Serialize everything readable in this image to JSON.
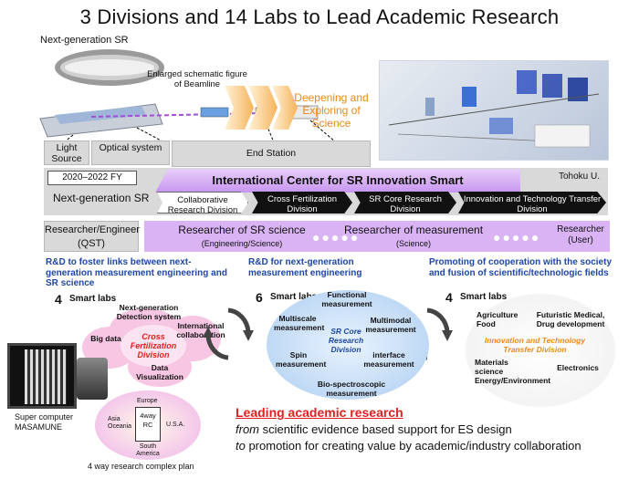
{
  "title": "3 Divisions and 14 Labs to Lead Academic Research",
  "top": {
    "next_gen_sr": "Next-generation SR",
    "enlarged_caption": "Enlarged schematic figure of Beamline",
    "deepening": "Deepening and Exploring of Science",
    "segments": {
      "light_source": "Light Source",
      "optical": "Optical system",
      "end_station": "End Station"
    }
  },
  "band": {
    "fy": "2020–2022 FY",
    "center": "International Center for SR Innovation Smart",
    "tohoku": "Tohoku U.",
    "next_gen": "Next-generation SR",
    "divisions": [
      "Collaborative Research Division",
      "Cross Fertilization Division",
      "SR Core Research Division",
      "Innovation and Technology Transfer Division"
    ]
  },
  "researchers": {
    "qst": "Researcher/Engineer (QST)",
    "sr_science": "Researcher of SR science",
    "sr_sub": "(Engineering/Science)",
    "measurement": "Researcher of measurement",
    "meas_sub": "(Science)",
    "user": "Researcher (User)"
  },
  "left": {
    "heading": "R&D to foster links between next-generation measurement engineering and SR science",
    "smart_num": "4",
    "smart_label": "Smart labs",
    "center": "Cross Fertilization Division",
    "nodes": [
      "Next-generation Detection system",
      "International collaboration",
      "Big data",
      "Data Visualization"
    ],
    "supercomputer": "Super computer MASAMUNE",
    "way": "4way RC",
    "regions": [
      "Europe",
      "Asia Oceania",
      "U.S.A.",
      "South America"
    ],
    "plan": "4 way research complex plan"
  },
  "middle": {
    "heading": "R&D for next-generation measurement engineering",
    "smart_num": "6",
    "smart_label": "Smart labs",
    "center": "SR Core Research Division",
    "nodes": [
      "Functional measurement",
      "Multiscale measurement",
      "Multimodal measurement",
      "Spin measurement",
      "interface measurement",
      "Bio-spectroscopic measurement"
    ]
  },
  "right": {
    "heading": "Promoting of cooperation with the society and fusion of scientific/technologic fields",
    "smart_num": "4",
    "smart_label": "Smart labs",
    "center": "Innovation and Technology Transfer Division",
    "nodes": [
      "Agriculture Food",
      "Futuristic Medical, Drug development",
      "Materials science Energy/Environment",
      "Electronics"
    ]
  },
  "bottom": {
    "leading": "Leading academic research",
    "from_word": "from",
    "from_rest": " scientific evidence based support for ES design",
    "to_word": "to",
    "to_rest": " promotion for creating value by academic/industry collaboration"
  },
  "colors": {
    "purple": "#c58df0",
    "navy_blue": "#1d47a6",
    "red": "#e02020",
    "orange": "#e88a1a",
    "pink": "#f5bfe0"
  }
}
